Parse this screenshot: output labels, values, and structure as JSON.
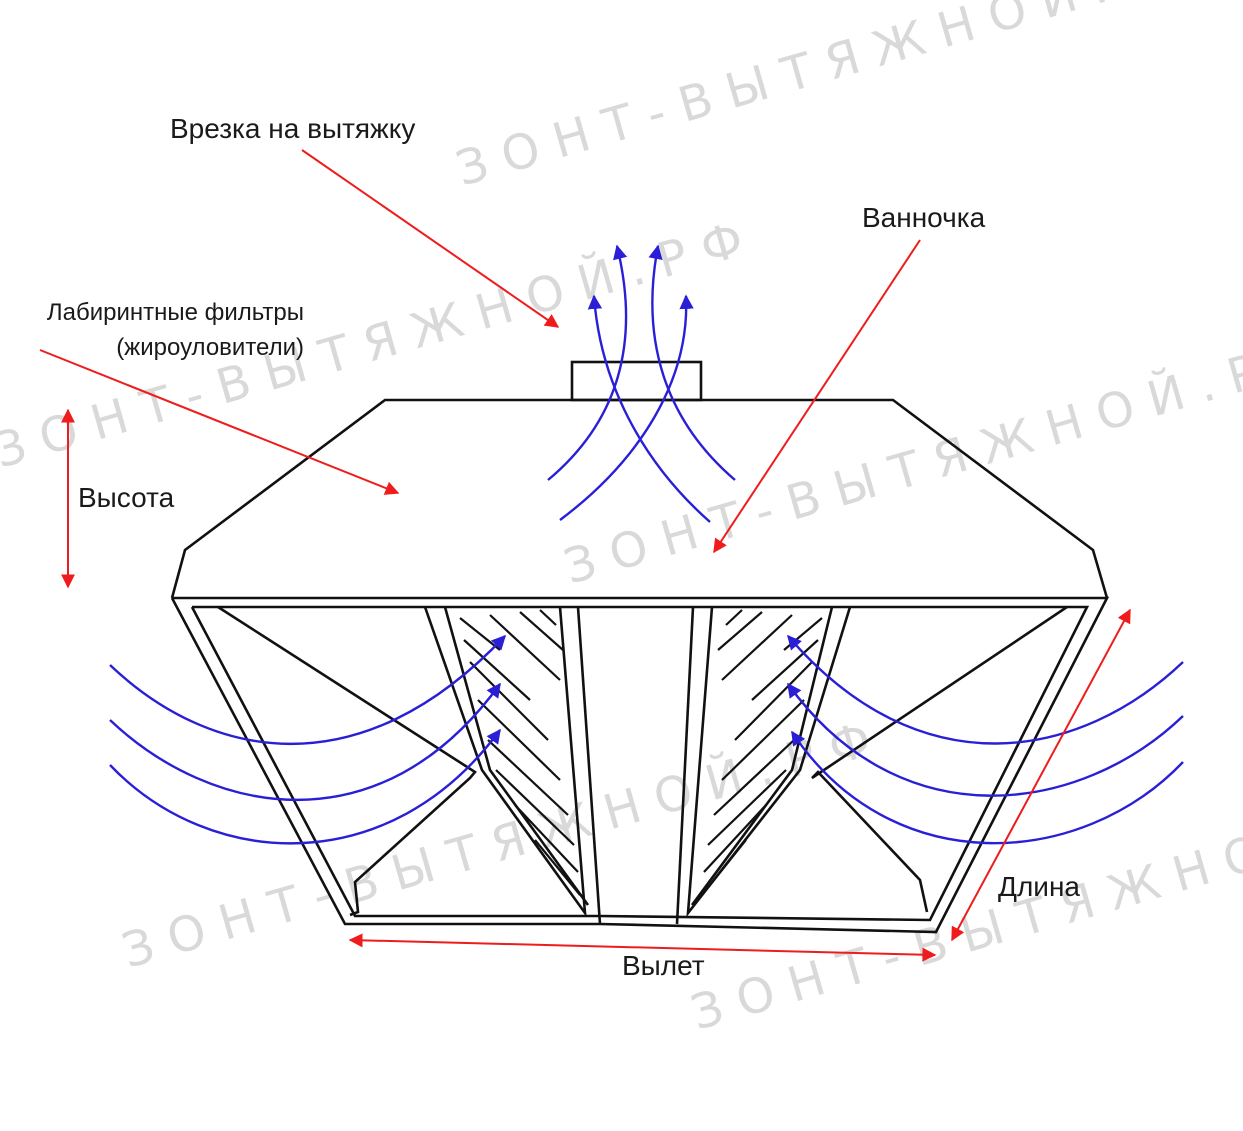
{
  "labels": {
    "cutout": "Врезка на вытяжку",
    "tray": "Ванночка",
    "filters_line1": "Лабиринтные фильтры",
    "filters_line2": "(жироуловители)",
    "height": "Высота",
    "length": "Длина",
    "overhang": "Вылет"
  },
  "watermark": "ЗОНТ-ВЫТЯЖНОЙ.РФ",
  "colors": {
    "outline": "#111111",
    "airflow": "#2a1fd6",
    "dimension": "#ee1c1c",
    "watermark": "#d9d9d9"
  }
}
